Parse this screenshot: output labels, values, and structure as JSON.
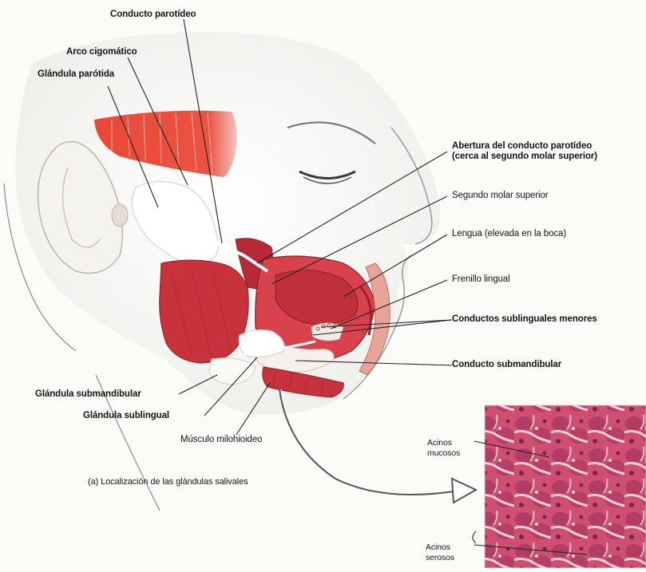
{
  "labels": {
    "conducto_parotideo": "Conducto parotídeo",
    "arco_cigomatico": "Arco cigomático",
    "glandula_parotida": "Glándula parótida",
    "abertura_line1": "Abertura del conducto parotídeo",
    "abertura_line2": "(cerca al segundo molar superior)",
    "segundo_molar": "Segundo molar superior",
    "lengua": "Lengua (elevada en la boca)",
    "frenillo": "Frenillo lingual",
    "conductos_sublinguales": "Conductos sublinguales menores",
    "conducto_submandibular": "Conducto submandibular",
    "glandula_submandibular": "Glándula submandibular",
    "glandula_sublingual": "Glándula sublingual",
    "musculo_milohioideo": "Músculo milohioideo",
    "caption": "(a) Localización de las glándulas salivales",
    "acinos_mucosos_1": "Acinos",
    "acinos_mucosos_2": "mucosos",
    "acinos_serosos_1": "Acinos",
    "acinos_serosos_2": "serosos"
  },
  "colors": {
    "muscle": "#c8323c",
    "muscle_dark": "#9e1f2a",
    "zygomatic": "#e8402e",
    "skin_line": "#9a9a9a",
    "tissue_pink": "#d9637f",
    "tissue_purple": "#8c2c5a",
    "tissue_white": "#f3e9ef"
  }
}
